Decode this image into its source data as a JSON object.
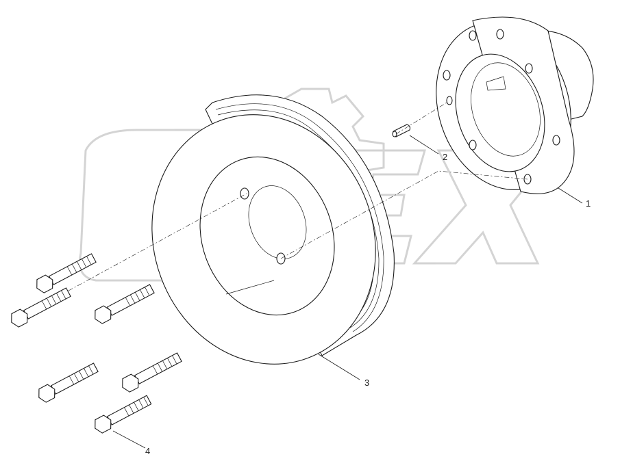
{
  "diagram": {
    "callouts": [
      {
        "id": "1",
        "label": "1"
      },
      {
        "id": "2",
        "label": "2"
      },
      {
        "id": "3",
        "label": "3"
      },
      {
        "id": "4",
        "label": "4"
      }
    ],
    "watermark": "OPEX"
  }
}
